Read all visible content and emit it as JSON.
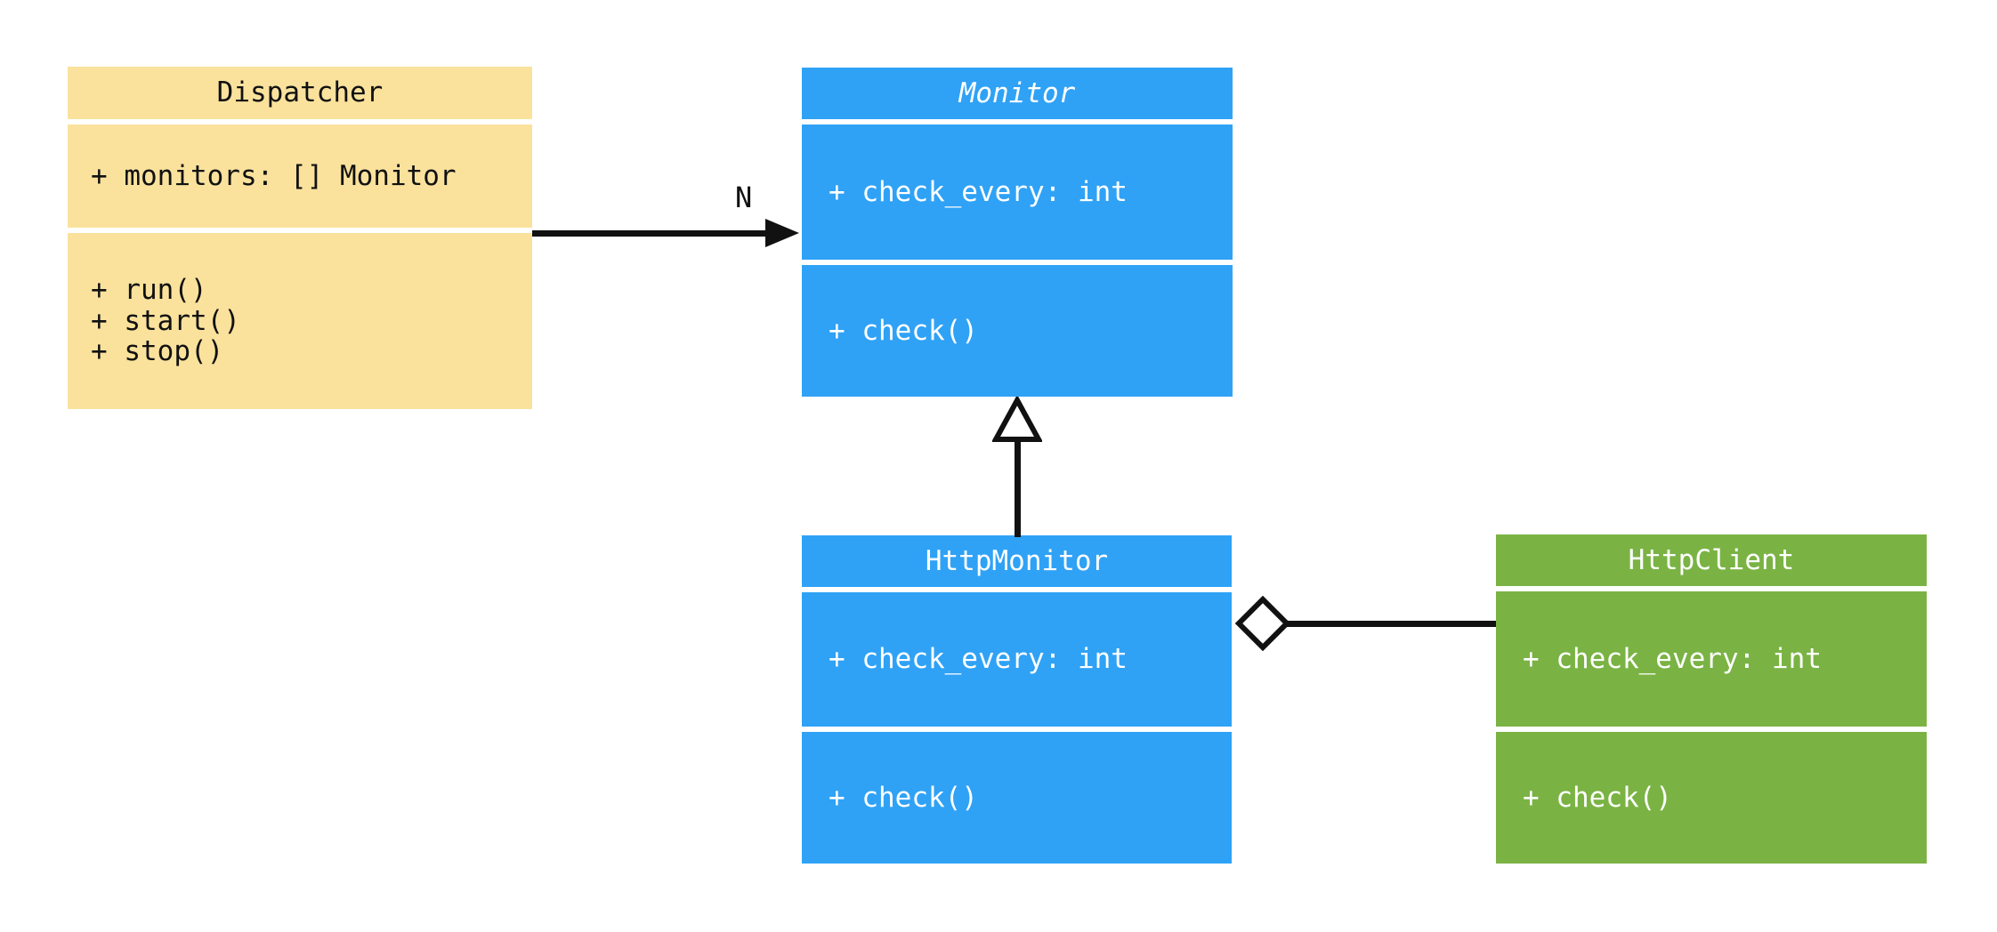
{
  "diagram": {
    "background": "#ffffff",
    "line_color": "#111111",
    "classes": [
      {
        "name": "Dispatcher",
        "abstract": false,
        "fill": "#FAE29D",
        "text_color": "#111111",
        "attributes": [
          "+ monitors: [] Monitor"
        ],
        "methods": [
          "+ run()",
          "+ start()",
          "+ stop()"
        ]
      },
      {
        "name": "Monitor",
        "abstract": true,
        "fill": "#2FA2F6",
        "text_color": "#ffffff",
        "attributes": [
          "+ check_every: int"
        ],
        "methods": [
          "+ check()"
        ]
      },
      {
        "name": "HttpMonitor",
        "abstract": false,
        "fill": "#2FA2F6",
        "text_color": "#ffffff",
        "attributes": [
          "+ check_every: int"
        ],
        "methods": [
          "+ check()"
        ]
      },
      {
        "name": "HttpClient",
        "abstract": false,
        "fill": "#7AB344",
        "text_color": "#ffffff",
        "attributes": [
          "+ check_every: int"
        ],
        "methods": [
          "+ check()"
        ]
      }
    ],
    "relationships": [
      {
        "type": "association",
        "from": "Dispatcher",
        "to": "Monitor",
        "label": "N"
      },
      {
        "type": "inheritance",
        "from": "HttpMonitor",
        "to": "Monitor",
        "label": ""
      },
      {
        "type": "aggregation",
        "from": "HttpMonitor",
        "to": "HttpClient",
        "label": ""
      }
    ]
  }
}
